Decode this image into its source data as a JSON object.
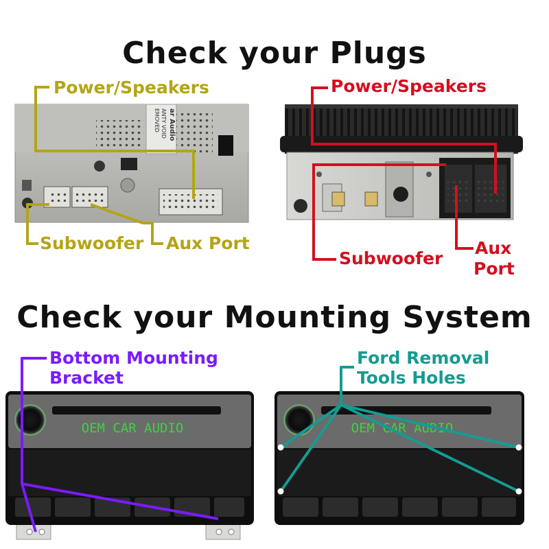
{
  "headings": {
    "plugs": "Check your Plugs",
    "mounting": "Check your Mounting System"
  },
  "left_radio": {
    "power": "Power/Speakers",
    "subwoofer": "Subwoofer",
    "aux": "Aux Port",
    "sticker": [
      "ar Audio",
      "ANTY VOID",
      "EMOVED"
    ]
  },
  "right_radio": {
    "power": "Power/Speakers",
    "subwoofer": "Subwoofer",
    "aux_line1": "Aux",
    "aux_line2": "Port"
  },
  "mount_left": {
    "label_line1": "Bottom Mounting",
    "label_line2": "Bracket",
    "display": "OEM CAR AUDIO"
  },
  "mount_right": {
    "label_line1": "Ford Removal",
    "label_line2": "Tools Holes",
    "display": "OEM CAR AUDIO"
  },
  "colors": {
    "yellow": "#b3a516",
    "red": "#d40f1f",
    "purple": "#7a1bff",
    "teal": "#149c92",
    "lcd": "#3fd23f"
  }
}
